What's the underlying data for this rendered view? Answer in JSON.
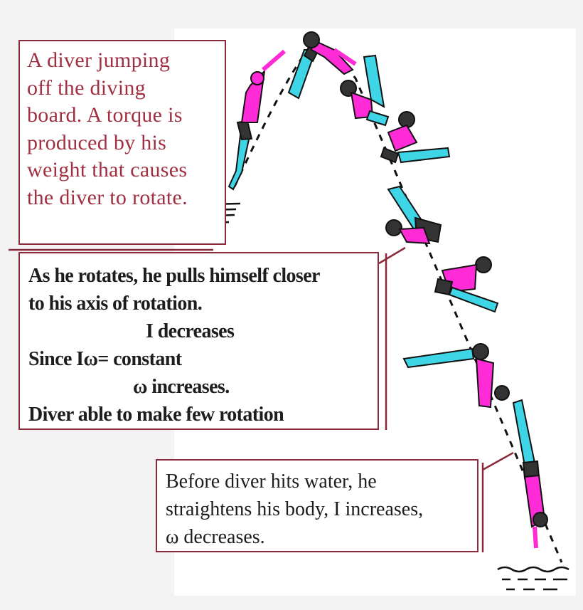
{
  "callouts": {
    "board_diver": {
      "lines": [
        "A diver jumping",
        "off the diving",
        "board. A torque is",
        "produced by his",
        "weight that causes",
        "the diver to rotate."
      ]
    },
    "rotation": {
      "lines": [
        "As he rotates, he pulls himself closer",
        "to his axis of rotation.",
        "I decreases",
        "Since Iω= constant",
        "ω increases.",
        "Diver able to make few rotation"
      ]
    },
    "entry": {
      "lines": [
        "Before diver hits water, he",
        "straightens his body, I increases,",
        "ω decreases."
      ]
    }
  },
  "colors": {
    "border": "#8b2a3a",
    "heading_text": "#a03040",
    "body_text": "#1d1d1d",
    "swimsuit": "#ff2bd6",
    "skin_leg": "#3ed6e6",
    "outline": "#111111"
  }
}
